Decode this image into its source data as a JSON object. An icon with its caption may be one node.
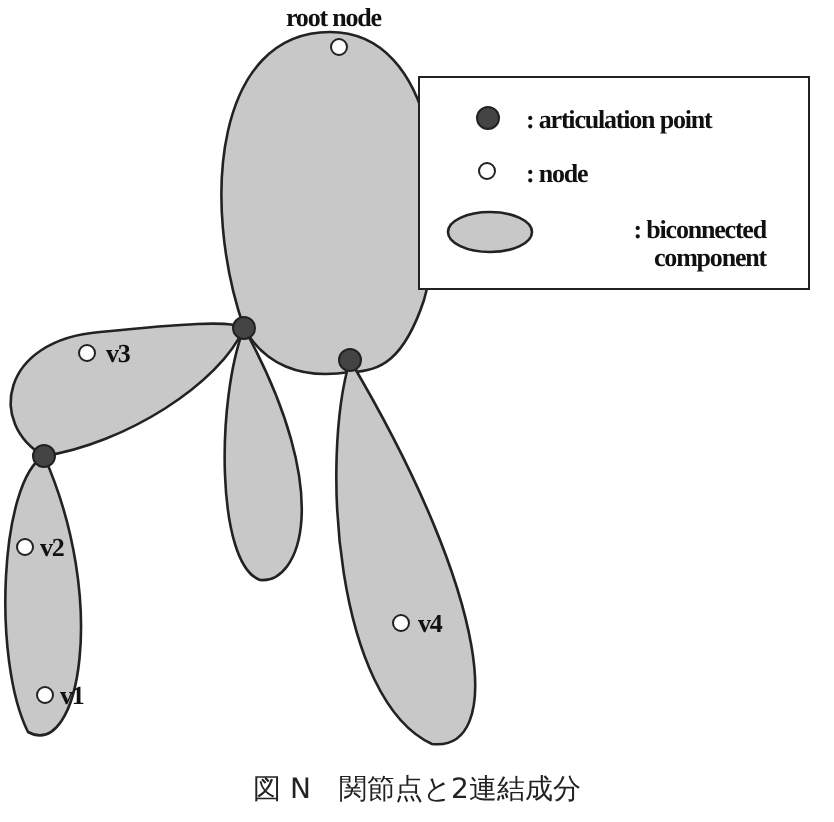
{
  "diagram": {
    "caption": "図 N　関節点と2連結成分",
    "nodes": [
      {
        "text": [],
        "shape": "circle",
        "beside": [
          "root node"
        ]
      },
      {
        "text": [],
        "shape": "circle"
      },
      {
        "text": [],
        "shape": "circle",
        "beside": [
          "v3"
        ]
      },
      {
        "text": [],
        "shape": "circle"
      },
      {
        "text": [],
        "shape": "circle"
      },
      {
        "text": [],
        "shape": "circle",
        "beside": [
          "v2"
        ]
      },
      {
        "text": [],
        "shape": "circle",
        "beside": [
          "v4"
        ]
      },
      {
        "text": [],
        "shape": "circle",
        "beside": [
          "v1"
        ]
      }
    ],
    "legend": [
      {
        "text": ": articulation point"
      },
      {
        "text": ": node"
      },
      {
        "text": ": biconnected component"
      }
    ]
  }
}
